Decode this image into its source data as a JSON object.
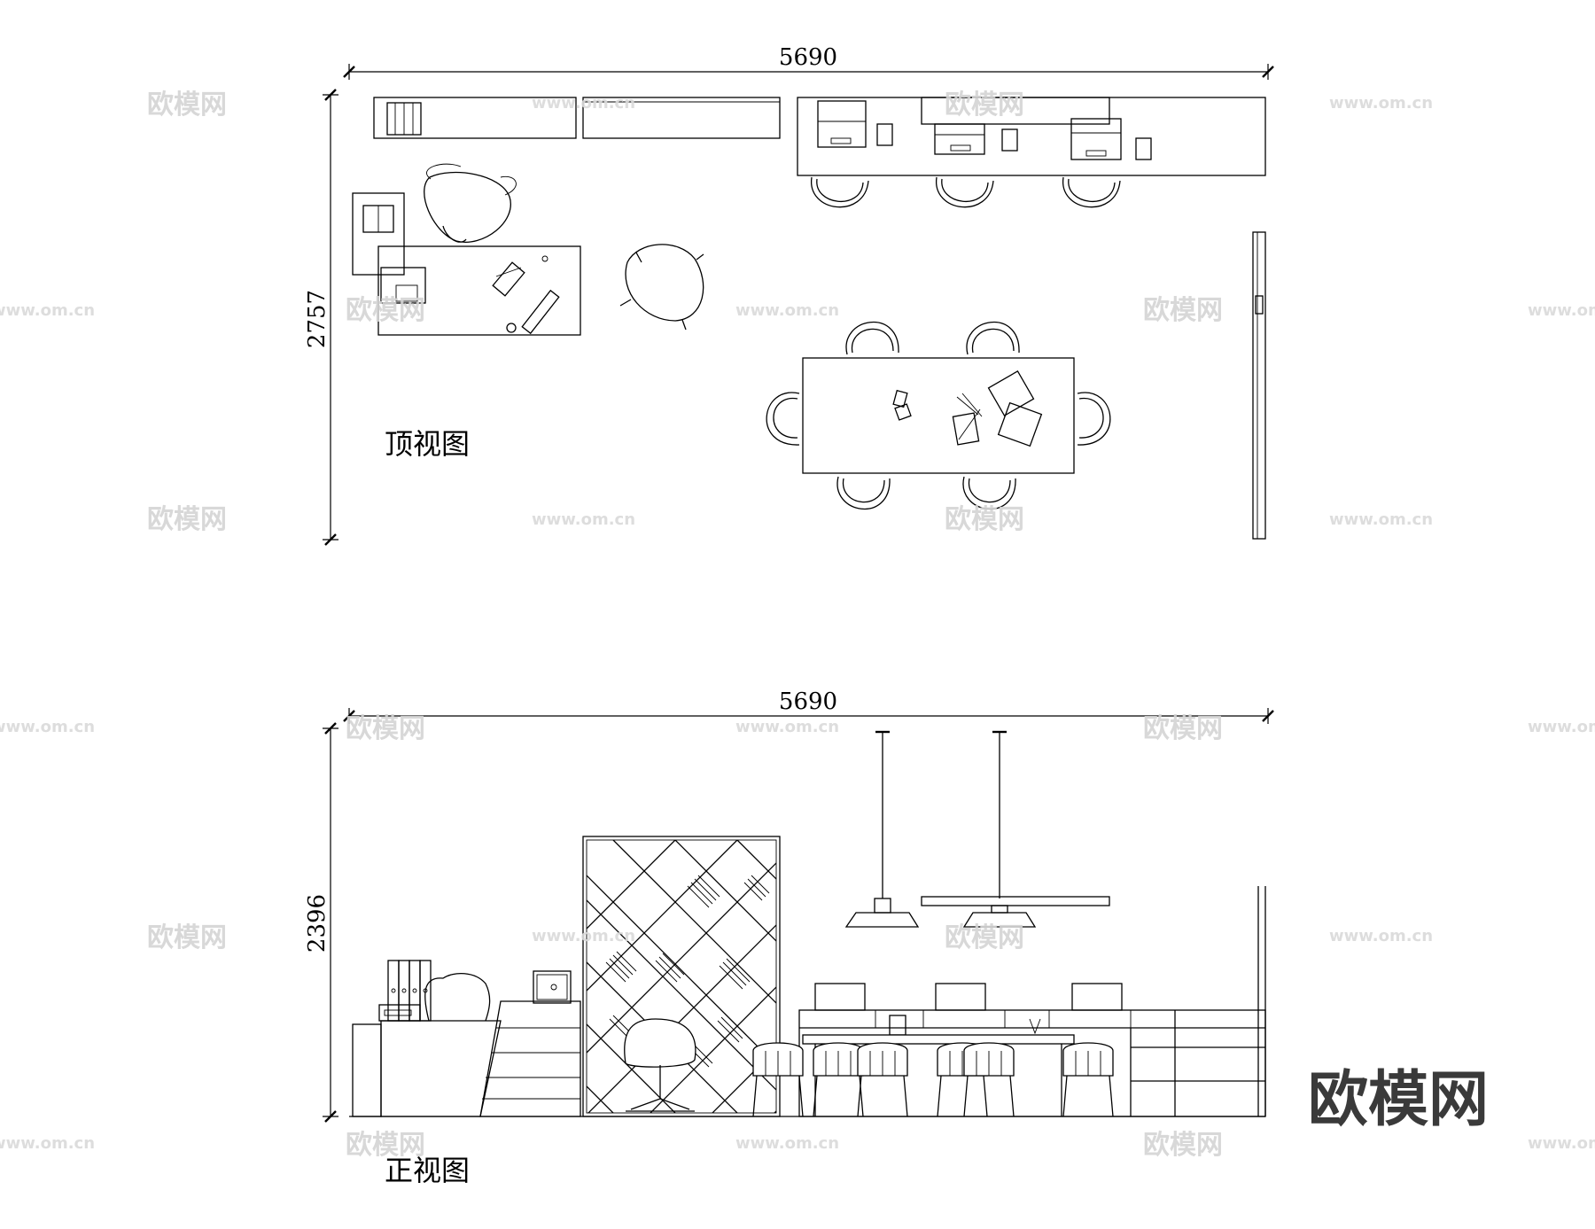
{
  "top_view": {
    "label": "顶视图",
    "width_dimension": "5690",
    "height_dimension": "2757"
  },
  "front_view": {
    "label": "正视图",
    "width_dimension": "5690",
    "height_dimension": "2396"
  },
  "watermarks": {
    "brand": "欧模网",
    "url": "www.om.cn",
    "logo": "欧模网"
  }
}
